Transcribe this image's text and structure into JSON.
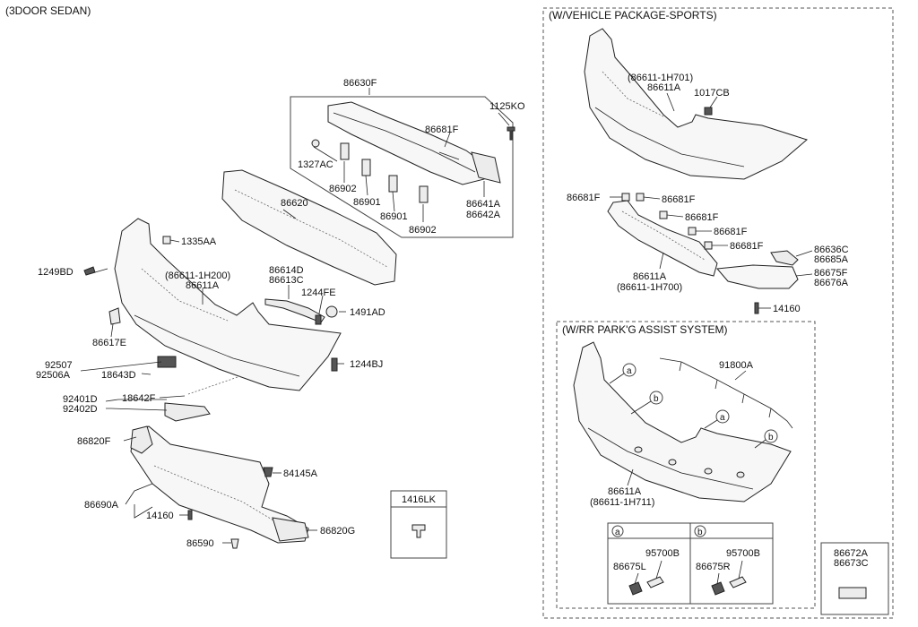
{
  "title": "(3DOOR SEDAN)",
  "groups": {
    "sports": "(W/VEHICLE PACKAGE-SPORTS)",
    "parking": "(W/RR PARK'G ASSIST SYSTEM)"
  },
  "callouts": {
    "a": "a",
    "b": "b"
  },
  "parts": {
    "p86630F": "86630F",
    "p1125KO": "1125KO",
    "p86681F_main": "86681F",
    "p1327AC": "1327AC",
    "p86902_a": "86902",
    "p86901_a": "86901",
    "p86901_b": "86901",
    "p86902_b": "86902",
    "p86641A": "86641A",
    "p86642A": "86642A",
    "p86620": "86620",
    "p1335AA": "1335AA",
    "p1249BD": "1249BD",
    "p86611_1H200": "(86611-1H200)",
    "p86611A_main": "86611A",
    "p86614D": "86614D",
    "p86613C": "86613C",
    "p1244FE": "1244FE",
    "p1491AD": "1491AD",
    "p86617E": "86617E",
    "p92507": "92507",
    "p92506A": "92506A",
    "p18643D": "18643D",
    "p1244BJ": "1244BJ",
    "p92401D": "92401D",
    "p92402D": "92402D",
    "p18642F": "18642F",
    "p86820F": "86820F",
    "p84145A": "84145A",
    "p86690A": "86690A",
    "p14160_main": "14160",
    "p86590": "86590",
    "p86820G": "86820G",
    "p1416LK": "1416LK",
    "p86611_1H701": "(86611-1H701)",
    "p86611A_sports_top": "86611A",
    "p1017CB": "1017CB",
    "p86681F_s1": "86681F",
    "p86681F_s2": "86681F",
    "p86681F_s3": "86681F",
    "p86681F_s4": "86681F",
    "p86681F_s5": "86681F",
    "p86636C": "86636C",
    "p86685A": "86685A",
    "p86611A_sports_bot": "86611A",
    "p86611_1H700": "(86611-1H700)",
    "p86675F": "86675F",
    "p86676A": "86676A",
    "p14160_sports": "14160",
    "p91800A": "91800A",
    "p86611A_park": "86611A",
    "p86611_1H711": "(86611-1H711)",
    "p95700B_a": "95700B",
    "p86675L": "86675L",
    "p95700B_b": "95700B",
    "p86675R": "86675R",
    "p86672A": "86672A",
    "p86673C": "86673C"
  }
}
